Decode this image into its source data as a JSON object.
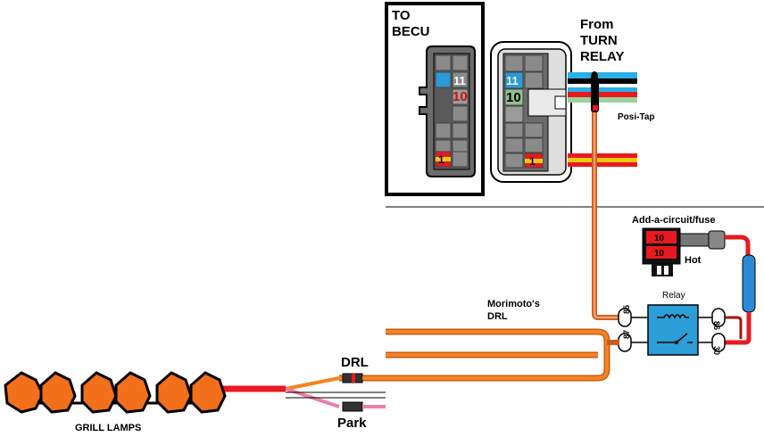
{
  "labels": {
    "to_becu": [
      "TO",
      "BECU"
    ],
    "from_turn_relay": [
      "From",
      "TURN",
      "RELAY"
    ],
    "posi_tap": "Posi-Tap",
    "add_a_circuit": "Add-a-circuit/fuse",
    "hot": "Hot",
    "relay": "Relay",
    "morimoto_drl": [
      "Morimoto's",
      "DRL"
    ],
    "drl": "DRL",
    "park": "Park",
    "grill_lamps": "GRILL LAMPS"
  },
  "connector_pins": {
    "pin_11": "11",
    "pin_10": "10",
    "pin_1": "1"
  },
  "fuses": {
    "fuse_top": "10",
    "fuse_bottom": "10"
  },
  "relay_terminals": {
    "t85": "85",
    "t87": "87",
    "t86": "86",
    "t30": "30"
  },
  "colors": {
    "orange_wire": "#f4841f",
    "red_wire": "#e8191f",
    "blue_fuse_holder": "#2a8ad6",
    "relay_body": "#2b9ed8",
    "connector_gray": "#555555",
    "pin_gray": "#8a8a8a",
    "lamp_orange": "#f26f1b",
    "pink_wire": "#ec7eaa"
  }
}
